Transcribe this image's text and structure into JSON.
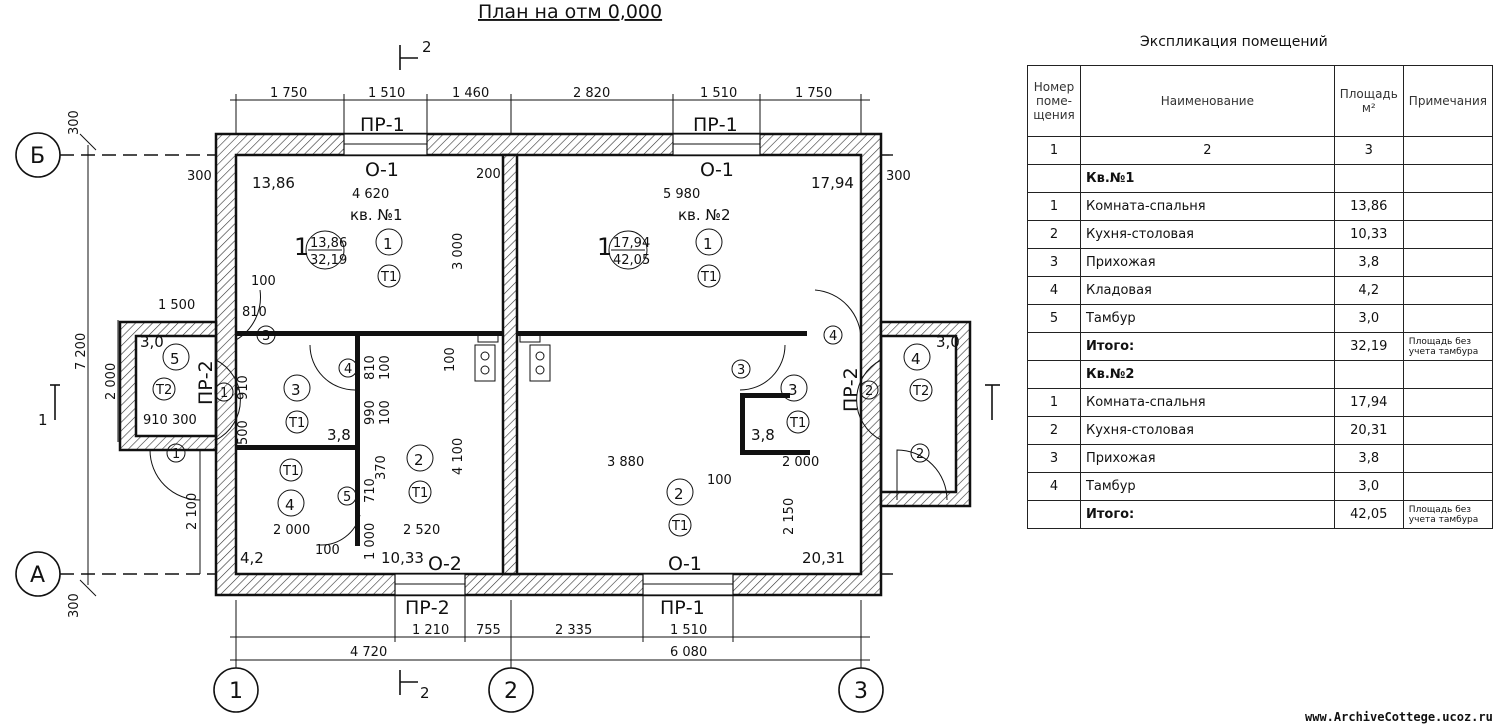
{
  "plan": {
    "title": "План на отм 0,000",
    "section_mark": "2",
    "apartments": [
      {
        "label": "кв. №1",
        "totals": [
          "13,86",
          "32,19"
        ],
        "index": "1",
        "room_no": "1",
        "type": "T1"
      },
      {
        "label": "кв. №2",
        "totals": [
          "17,94",
          "42,05"
        ],
        "index": "1",
        "room_no": "1",
        "type": "T1"
      }
    ],
    "axes": {
      "rows": [
        "Б",
        "А"
      ],
      "cols": [
        "1",
        "2",
        "3"
      ]
    },
    "opening_labels": {
      "pr1": "ПР-1",
      "pr2": "ПР-2",
      "o1": "О-1",
      "o2": "О-2"
    },
    "top_dims": [
      "1 750",
      "1 510",
      "1 460",
      "2 820",
      "1 510",
      "1 750"
    ],
    "bottom_dims": [
      "1 210",
      "755",
      "2 335",
      "1 510"
    ],
    "bottom_total_dims": [
      "4 720",
      "6 080"
    ],
    "left_dims": [
      "7 200",
      "2 000",
      "2 100",
      "300",
      "300"
    ],
    "interior_dims": [
      "4 620",
      "5 980",
      "3 000",
      "4 100",
      "3 880",
      "2 520",
      "2 000",
      "2 000",
      "2 150",
      "1 500",
      "810",
      "910",
      "910",
      "300",
      "500",
      "990",
      "810",
      "100",
      "200",
      "300",
      "300",
      "100",
      "100",
      "100",
      "710",
      "370",
      "1 000",
      "100",
      "100"
    ],
    "areas": [
      "13,86",
      "17,94",
      "3,0",
      "3,0",
      "3,8",
      "3,8",
      "4,2",
      "10,33",
      "20,31"
    ],
    "room_numbers": [
      "1",
      "2",
      "3",
      "4",
      "5"
    ],
    "types": [
      "T1",
      "T2"
    ]
  },
  "explication": {
    "title": "Экспликация помещений",
    "headers": [
      "Номер поме- щения",
      "Наименование",
      "Площадь м²",
      "Примечания"
    ],
    "index_row": [
      "1",
      "2",
      "3",
      ""
    ],
    "groups": [
      {
        "name": "Кв.№1",
        "rows": [
          {
            "num": "1",
            "name": "Комната-спальня",
            "area": "13,86"
          },
          {
            "num": "2",
            "name": "Кухня-столовая",
            "area": "10,33"
          },
          {
            "num": "3",
            "name": "Прихожая",
            "area": "3,8"
          },
          {
            "num": "4",
            "name": "Кладовая",
            "area": "4,2"
          },
          {
            "num": "5",
            "name": "Тамбур",
            "area": "3,0"
          }
        ],
        "total": {
          "label": "Итого:",
          "area": "32,19",
          "note": "Площадь без учета тамбура"
        }
      },
      {
        "name": "Кв.№2",
        "rows": [
          {
            "num": "1",
            "name": "Комната-спальня",
            "area": "17,94"
          },
          {
            "num": "2",
            "name": "Кухня-столовая",
            "area": "20,31"
          },
          {
            "num": "3",
            "name": "Прихожая",
            "area": "3,8"
          },
          {
            "num": "4",
            "name": "Тамбур",
            "area": "3,0"
          }
        ],
        "total": {
          "label": "Итого:",
          "area": "42,05",
          "note": "Площадь без учета тамбура"
        }
      }
    ]
  },
  "watermark": "www.ArchiveCottege.ucoz.ru"
}
